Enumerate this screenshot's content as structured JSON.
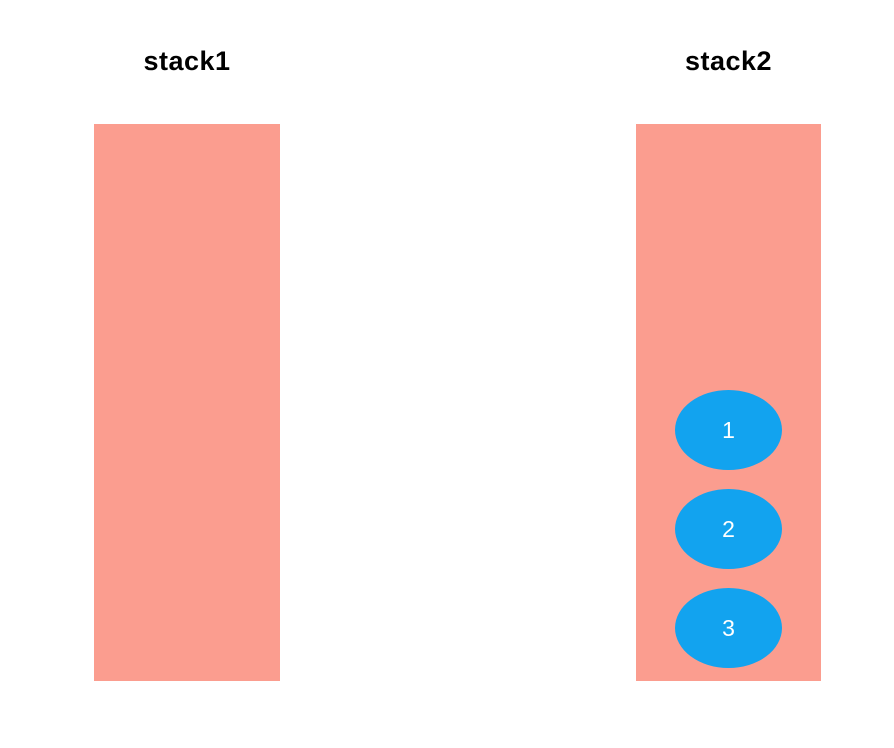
{
  "stacks": [
    {
      "label": "stack1",
      "items": []
    },
    {
      "label": "stack2",
      "items": [
        "1",
        "2",
        "3"
      ]
    }
  ],
  "colors": {
    "background": "#FFFFFF",
    "stack_fill": "#FB9D8F",
    "item_fill": "#12A3EF",
    "item_text_color": "#FFFFFF",
    "label_color": "#000000"
  }
}
